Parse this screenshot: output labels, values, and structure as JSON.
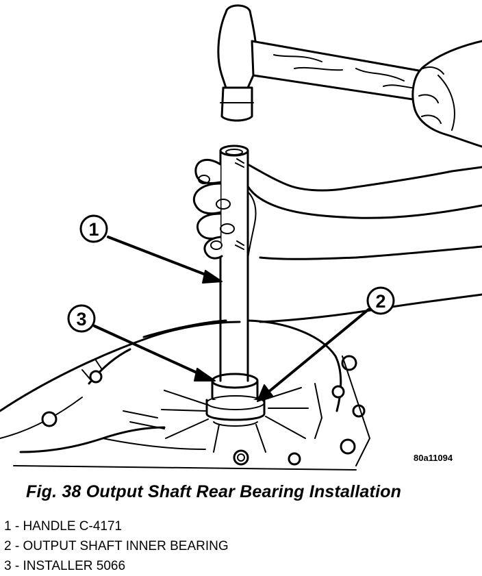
{
  "figure": {
    "image_id": "80a11094",
    "caption": "Fig. 38 Output Shaft Rear Bearing Installation",
    "callouts": [
      {
        "number": "1",
        "label": "HANDLE C-4171"
      },
      {
        "number": "2",
        "label": "OUTPUT SHAFT INNER BEARING"
      },
      {
        "number": "3",
        "label": "INSTALLER 5066"
      }
    ],
    "legend": [
      "1 - HANDLE C-4171",
      "2 - OUTPUT SHAFT INNER BEARING",
      "3 - INSTALLER 5066"
    ]
  }
}
